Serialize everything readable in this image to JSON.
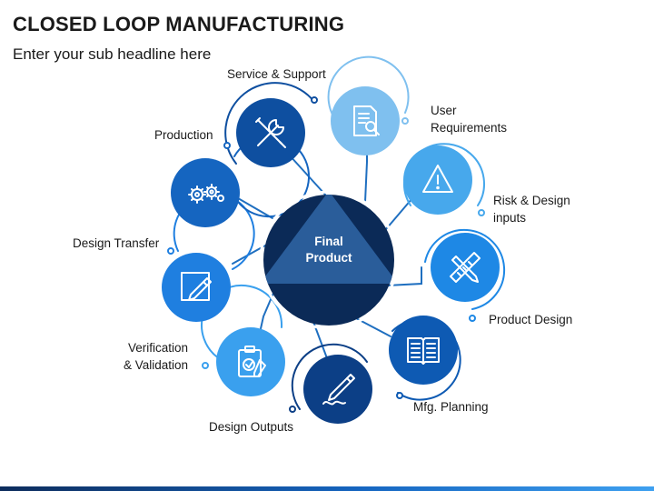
{
  "title": "CLOSED LOOP MANUFACTURING",
  "subtitle": "Enter your sub headline here",
  "center": {
    "line1": "Final",
    "line2": "Product"
  },
  "nodes": [
    {
      "label": "Service & Support",
      "icon": "tools-icon",
      "color": "#0e4fa0"
    },
    {
      "label": "User Requirements",
      "line1": "User",
      "line2": "Requirements",
      "icon": "document-search-icon",
      "color": "#7fc0ef"
    },
    {
      "label": "Risk & Design inputs",
      "line1": "Risk & Design",
      "line2": "inputs",
      "icon": "warning-icon",
      "color": "#47a8ec"
    },
    {
      "label": "Product Design",
      "icon": "pencil-ruler-icon",
      "color": "#1e88e5"
    },
    {
      "label": "Mfg. Planning",
      "icon": "book-icon",
      "color": "#0e5ab3"
    },
    {
      "label": "Design Outputs",
      "icon": "pen-signature-icon",
      "color": "#0c3f86"
    },
    {
      "label": "Verification & Validation",
      "line1": "Verification",
      "line2": "& Validation",
      "icon": "clipboard-check-icon",
      "color": "#3aa0ee"
    },
    {
      "label": "Design Transfer",
      "icon": "edit-document-icon",
      "color": "#1f7fe0"
    },
    {
      "label": "Production",
      "icon": "gears-icon",
      "color": "#1565c0"
    }
  ],
  "colors": {
    "center": "#0b2a57",
    "triangle": "#2a5d9a",
    "connector": "#1f6fc0",
    "text": "#1a1a1a"
  }
}
